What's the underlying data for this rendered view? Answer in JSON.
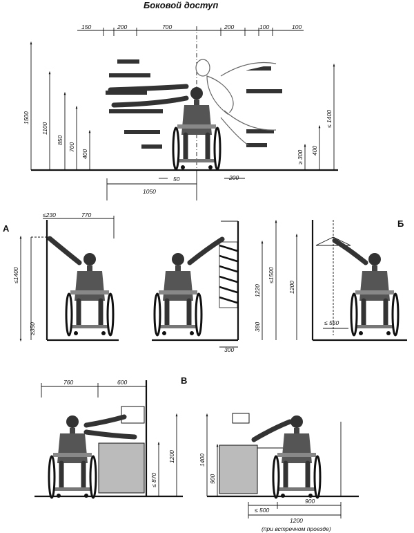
{
  "title": "Боковой доступ",
  "section_labels": {
    "a": "А",
    "b": "Б",
    "v": "В"
  },
  "top": {
    "h_dims": [
      "150",
      "200",
      "700",
      "200",
      "100",
      "100"
    ],
    "v_dims_left": [
      "1500",
      "1100",
      "850",
      "700",
      "400"
    ],
    "v_dims_right": [
      "≤ 1400",
      "400",
      "≥ 300"
    ],
    "bottom_dims": [
      "50",
      "1050",
      "200"
    ]
  },
  "a": {
    "h_dims": [
      "≤230",
      "770"
    ],
    "v_dims": [
      "≤1400",
      "≥350"
    ],
    "right_v_dims": [
      "1220",
      "≤1500",
      "380"
    ],
    "bottom_dim": "300"
  },
  "b": {
    "v_dim": "1200",
    "bottom_dim": "≤ 550"
  },
  "v": {
    "h_dims": [
      "760",
      "600"
    ],
    "v_dims": [
      "≤ 870",
      "1200"
    ],
    "right_v_dims": [
      "1400",
      "900"
    ],
    "bottom_dims": [
      "≤ 500",
      "900",
      "1200"
    ],
    "note": "(при встречном проезде)"
  }
}
